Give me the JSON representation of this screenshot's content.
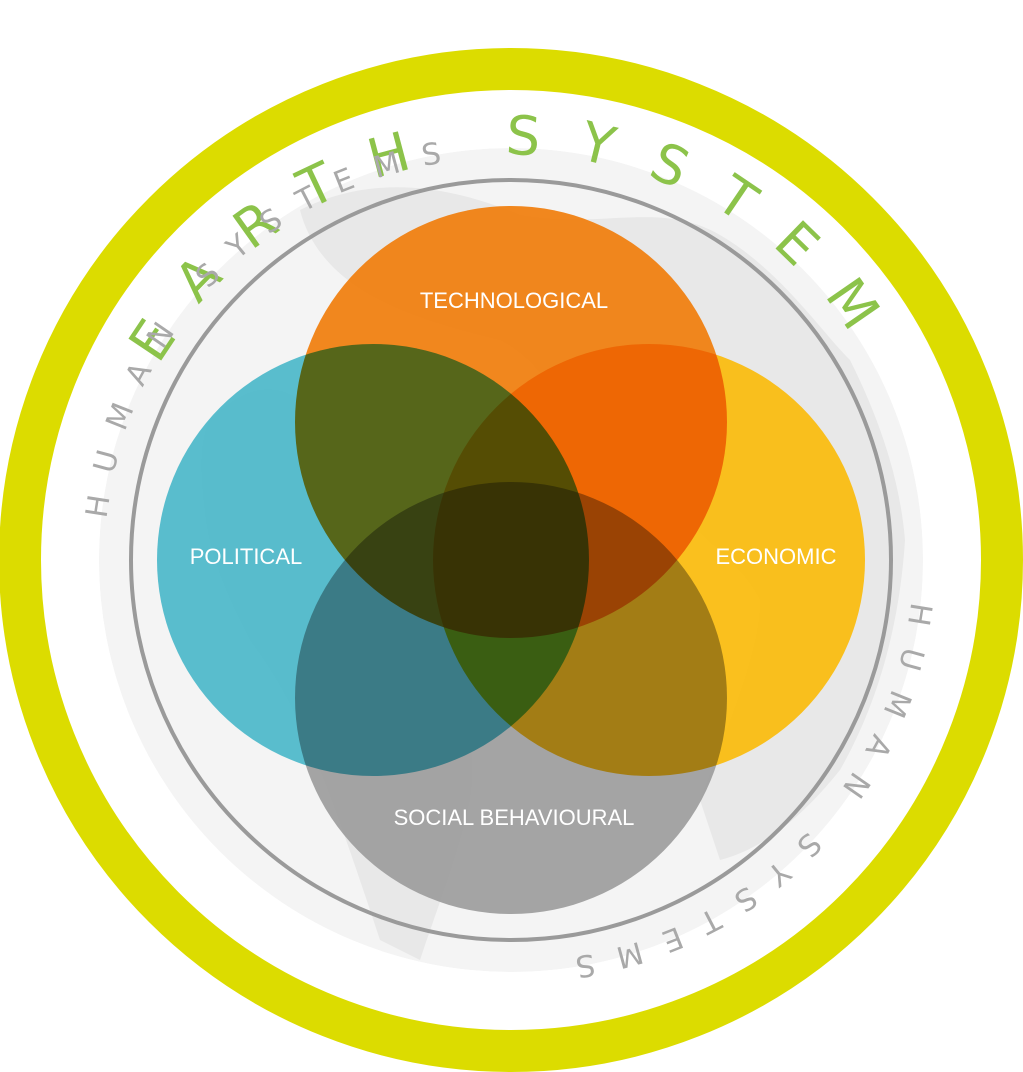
{
  "title": "EARTH SYSTEM",
  "subtitle": "HUMAN SYSTEMS",
  "colors": {
    "outer_ring": "#dcdc00",
    "title": "#8cc34a",
    "subtitle": "#a9a9a9",
    "inner_ring": "#9a9a9a",
    "globe": "#e8e8e8",
    "label": "#ffffff"
  },
  "circles": [
    {
      "label": "TECHNOLOGICAL",
      "color": "#f07800"
    },
    {
      "label": "ECONOMIC",
      "color": "#fbb800"
    },
    {
      "label": "SOCIAL BEHAVIOURAL",
      "color": "#999999"
    },
    {
      "label": "POLITICAL",
      "color": "#43b5c7"
    }
  ]
}
